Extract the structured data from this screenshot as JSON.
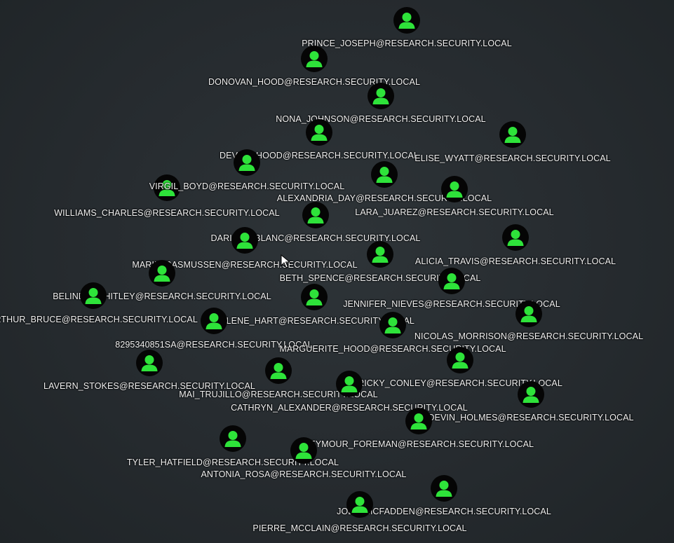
{
  "graph": {
    "node_icon_name": "user-icon",
    "node_color": "#2ee33a",
    "node_background": "#050505",
    "nodes": [
      {
        "label": "PRINCE_JOSEPH@RESEARCH.SECURITY.LOCAL"
      },
      {
        "label": "DONOVAN_HOOD@RESEARCH.SECURITY.LOCAL"
      },
      {
        "label": "NONA_JOHNSON@RESEARCH.SECURITY.LOCAL"
      },
      {
        "label": "DEVON_HOOD@RESEARCH.SECURITY.LOCAL"
      },
      {
        "label": "ELISE_WYATT@RESEARCH.SECURITY.LOCAL"
      },
      {
        "label": "VIRGIL_BOYD@RESEARCH.SECURITY.LOCAL"
      },
      {
        "label": "ALEXANDRIA_DAY@RESEARCH.SECURITY.LOCAL"
      },
      {
        "label": "WILLIAMS_CHARLES@RESEARCH.SECURITY.LOCAL"
      },
      {
        "label": "LARA_JUAREZ@RESEARCH.SECURITY.LOCAL"
      },
      {
        "label": "DARIO_LEBLANC@RESEARCH.SECURITY.LOCAL"
      },
      {
        "label": "ALICIA_TRAVIS@RESEARCH.SECURITY.LOCAL"
      },
      {
        "label": "MARIE_RASMUSSEN@RESEARCH.SECURITY.LOCAL"
      },
      {
        "label": "BETH_SPENCE@RESEARCH.SECURITY.LOCAL"
      },
      {
        "label": "BELINDA_WHITLEY@RESEARCH.SECURITY.LOCAL"
      },
      {
        "label": "JENNIFER_NIEVES@RESEARCH.SECURITY.LOCAL"
      },
      {
        "label": "ARTHUR_BRUCE@RESEARCH.SECURITY.LOCAL"
      },
      {
        "label": "ARLENE_HART@RESEARCH.SECURITY.LOCAL"
      },
      {
        "label": "NICOLAS_MORRISON@RESEARCH.SECURITY.LOCAL"
      },
      {
        "label": "8295340851SA@RESEARCH.SECURITY.LOCAL"
      },
      {
        "label": "MARGUERITE_HOOD@RESEARCH.SECURITY.LOCAL"
      },
      {
        "label": "LAVERN_STOKES@RESEARCH.SECURITY.LOCAL"
      },
      {
        "label": "MAI_TRUJILLO@RESEARCH.SECURITY.LOCAL"
      },
      {
        "label": "RICKY_CONLEY@RESEARCH.SECURITY.LOCAL"
      },
      {
        "label": "CATHRYN_ALEXANDER@RESEARCH.SECURITY.LOCAL"
      },
      {
        "label": "DEVIN_HOLMES@RESEARCH.SECURITY.LOCAL"
      },
      {
        "label": "SEYMOUR_FOREMAN@RESEARCH.SECURITY.LOCAL"
      },
      {
        "label": "TYLER_HATFIELD@RESEARCH.SECURITY.LOCAL"
      },
      {
        "label": "ANTONIA_ROSA@RESEARCH.SECURITY.LOCAL"
      },
      {
        "label": "JODY_MCFADDEN@RESEARCH.SECURITY.LOCAL"
      },
      {
        "label": "PIERRE_MCCLAIN@RESEARCH.SECURITY.LOCAL"
      }
    ]
  }
}
